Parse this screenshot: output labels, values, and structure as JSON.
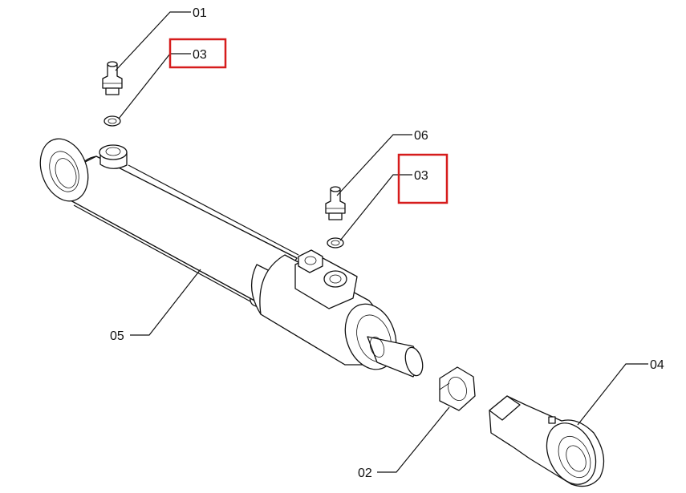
{
  "callouts": {
    "c01": "01",
    "c03_top": "03",
    "c06": "06",
    "c03_mid": "03",
    "c05": "05",
    "c04": "04",
    "c02": "02"
  },
  "colors": {
    "highlight": "#d61c1c",
    "line": "#111111",
    "background": "#ffffff"
  }
}
